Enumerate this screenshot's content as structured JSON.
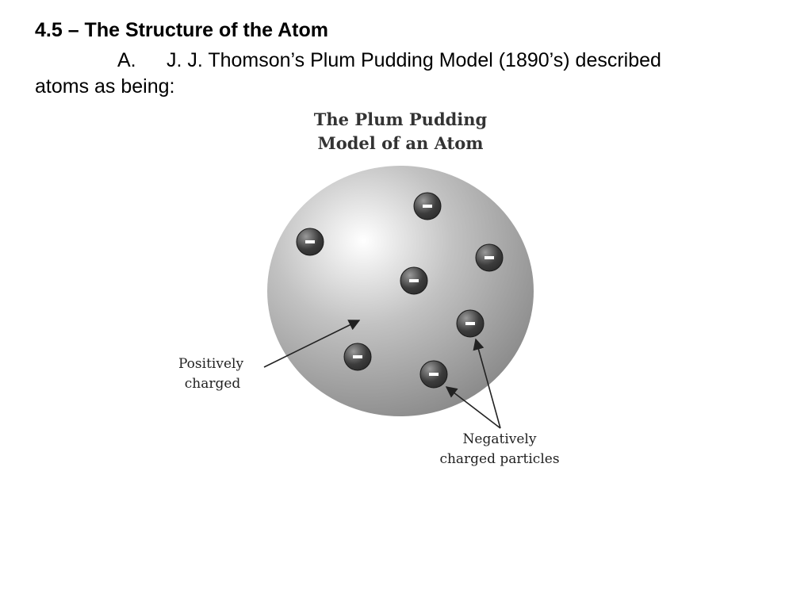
{
  "slide": {
    "heading": "4.5 – The Structure of the Atom",
    "item_marker": "A.",
    "item_text_line1": "J. J. Thomson’s Plum Pudding Model (1890’s) described",
    "item_text_line2": "atoms as being:"
  },
  "diagram": {
    "title_line1": "The Plum Pudding",
    "title_line2": "Model of an Atom",
    "positive_label_line1": "Positively",
    "positive_label_line2": "charged",
    "negative_label_line1": "Negatively",
    "negative_label_line2": "charged particles",
    "electron_symbol": "−",
    "electron_count": 7,
    "colors": {
      "sphere_highlight": "#ffffff",
      "sphere_mid": "#c2c2c2",
      "sphere_edge": "#8a8a8a",
      "electron_light": "#9a9a9a",
      "electron_dark": "#2a2a2a",
      "text": "#222222"
    }
  }
}
